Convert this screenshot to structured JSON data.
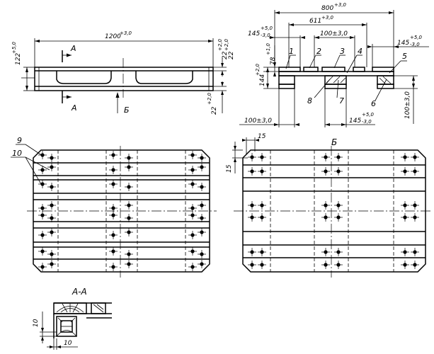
{
  "drawing": {
    "view_labels": {
      "section": "А-А",
      "view_b": "Б",
      "arrow_a": "А",
      "arrow_b": "Б"
    },
    "dims": {
      "length": {
        "base": "1200",
        "tol": "+3,0"
      },
      "height_left": {
        "base": "122",
        "tol": "+5,0"
      },
      "board_right_a": {
        "base": "22",
        "tol": "+2,0"
      },
      "board_right_b": {
        "base": "22",
        "tol": "+2,0"
      },
      "board_bottom": {
        "base": "22",
        "tol": "+2,0"
      },
      "width_total": {
        "base": "800",
        "tol": "+3,0"
      },
      "span_611": {
        "base": "611",
        "tol": "+3,0"
      },
      "block_left": {
        "base": "145",
        "tol_up": "+5,0",
        "tol_dn": "-3,0"
      },
      "block_right": {
        "base": "145",
        "tol_up": "+5,0",
        "tol_dn": "-3,0"
      },
      "block_mid": {
        "base": "145",
        "tol_up": "+5,0",
        "tol_dn": "-3,0"
      },
      "center_block": {
        "text": "100±3,0"
      },
      "bottom_left": {
        "text": "100±3,0"
      },
      "right_vertical": {
        "text": "100±3,0"
      },
      "h78": {
        "base": "78",
        "tol": "+1,0"
      },
      "h144": {
        "base": "144",
        "tol": "+2,0"
      },
      "nail_offset_a": "15",
      "nail_offset_b": "15",
      "sec_v": "10",
      "sec_h": "10"
    },
    "callouts": [
      "1",
      "2",
      "3",
      "4",
      "5",
      "6",
      "7",
      "8",
      "9",
      "10"
    ]
  }
}
